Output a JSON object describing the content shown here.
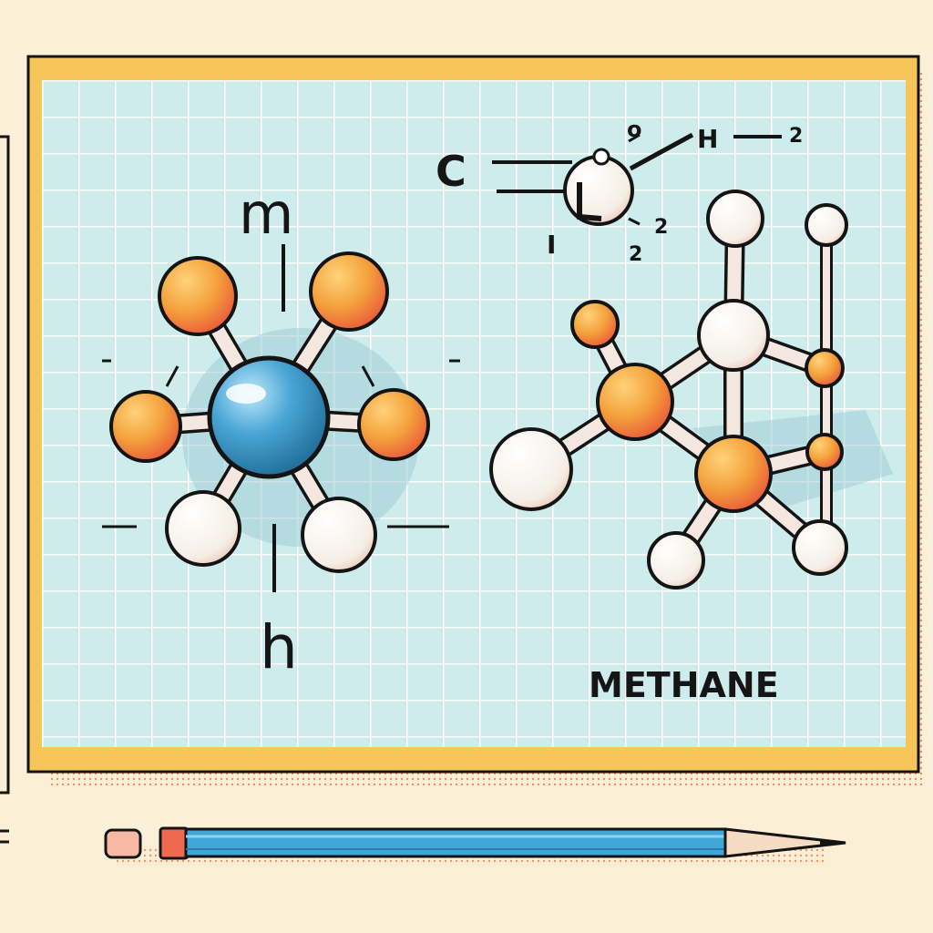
{
  "labels": {
    "left_top": "m",
    "left_bottom": "h",
    "right_c": "C",
    "right_o": "o",
    "right_h": "H",
    "right_sub_top": "2",
    "right_sub_mid": "2",
    "right_sub_low": "2",
    "right_i": "I",
    "caption": "METHANE"
  },
  "colors": {
    "page_bg": "#fbefd8",
    "board_frame": "#f8c55a",
    "grid_bg": "#cdeceb",
    "grid_line": "#ffffff",
    "shadow": "#ef8a55",
    "carbon_blue": "#4aa6d6",
    "atom_orange": "#f4a23c",
    "atom_red": "#e8503a",
    "atom_white": "#f7f2ec",
    "bond": "#f3e7df",
    "outline": "#141414",
    "pencil_blue": "#3fa6d8"
  }
}
